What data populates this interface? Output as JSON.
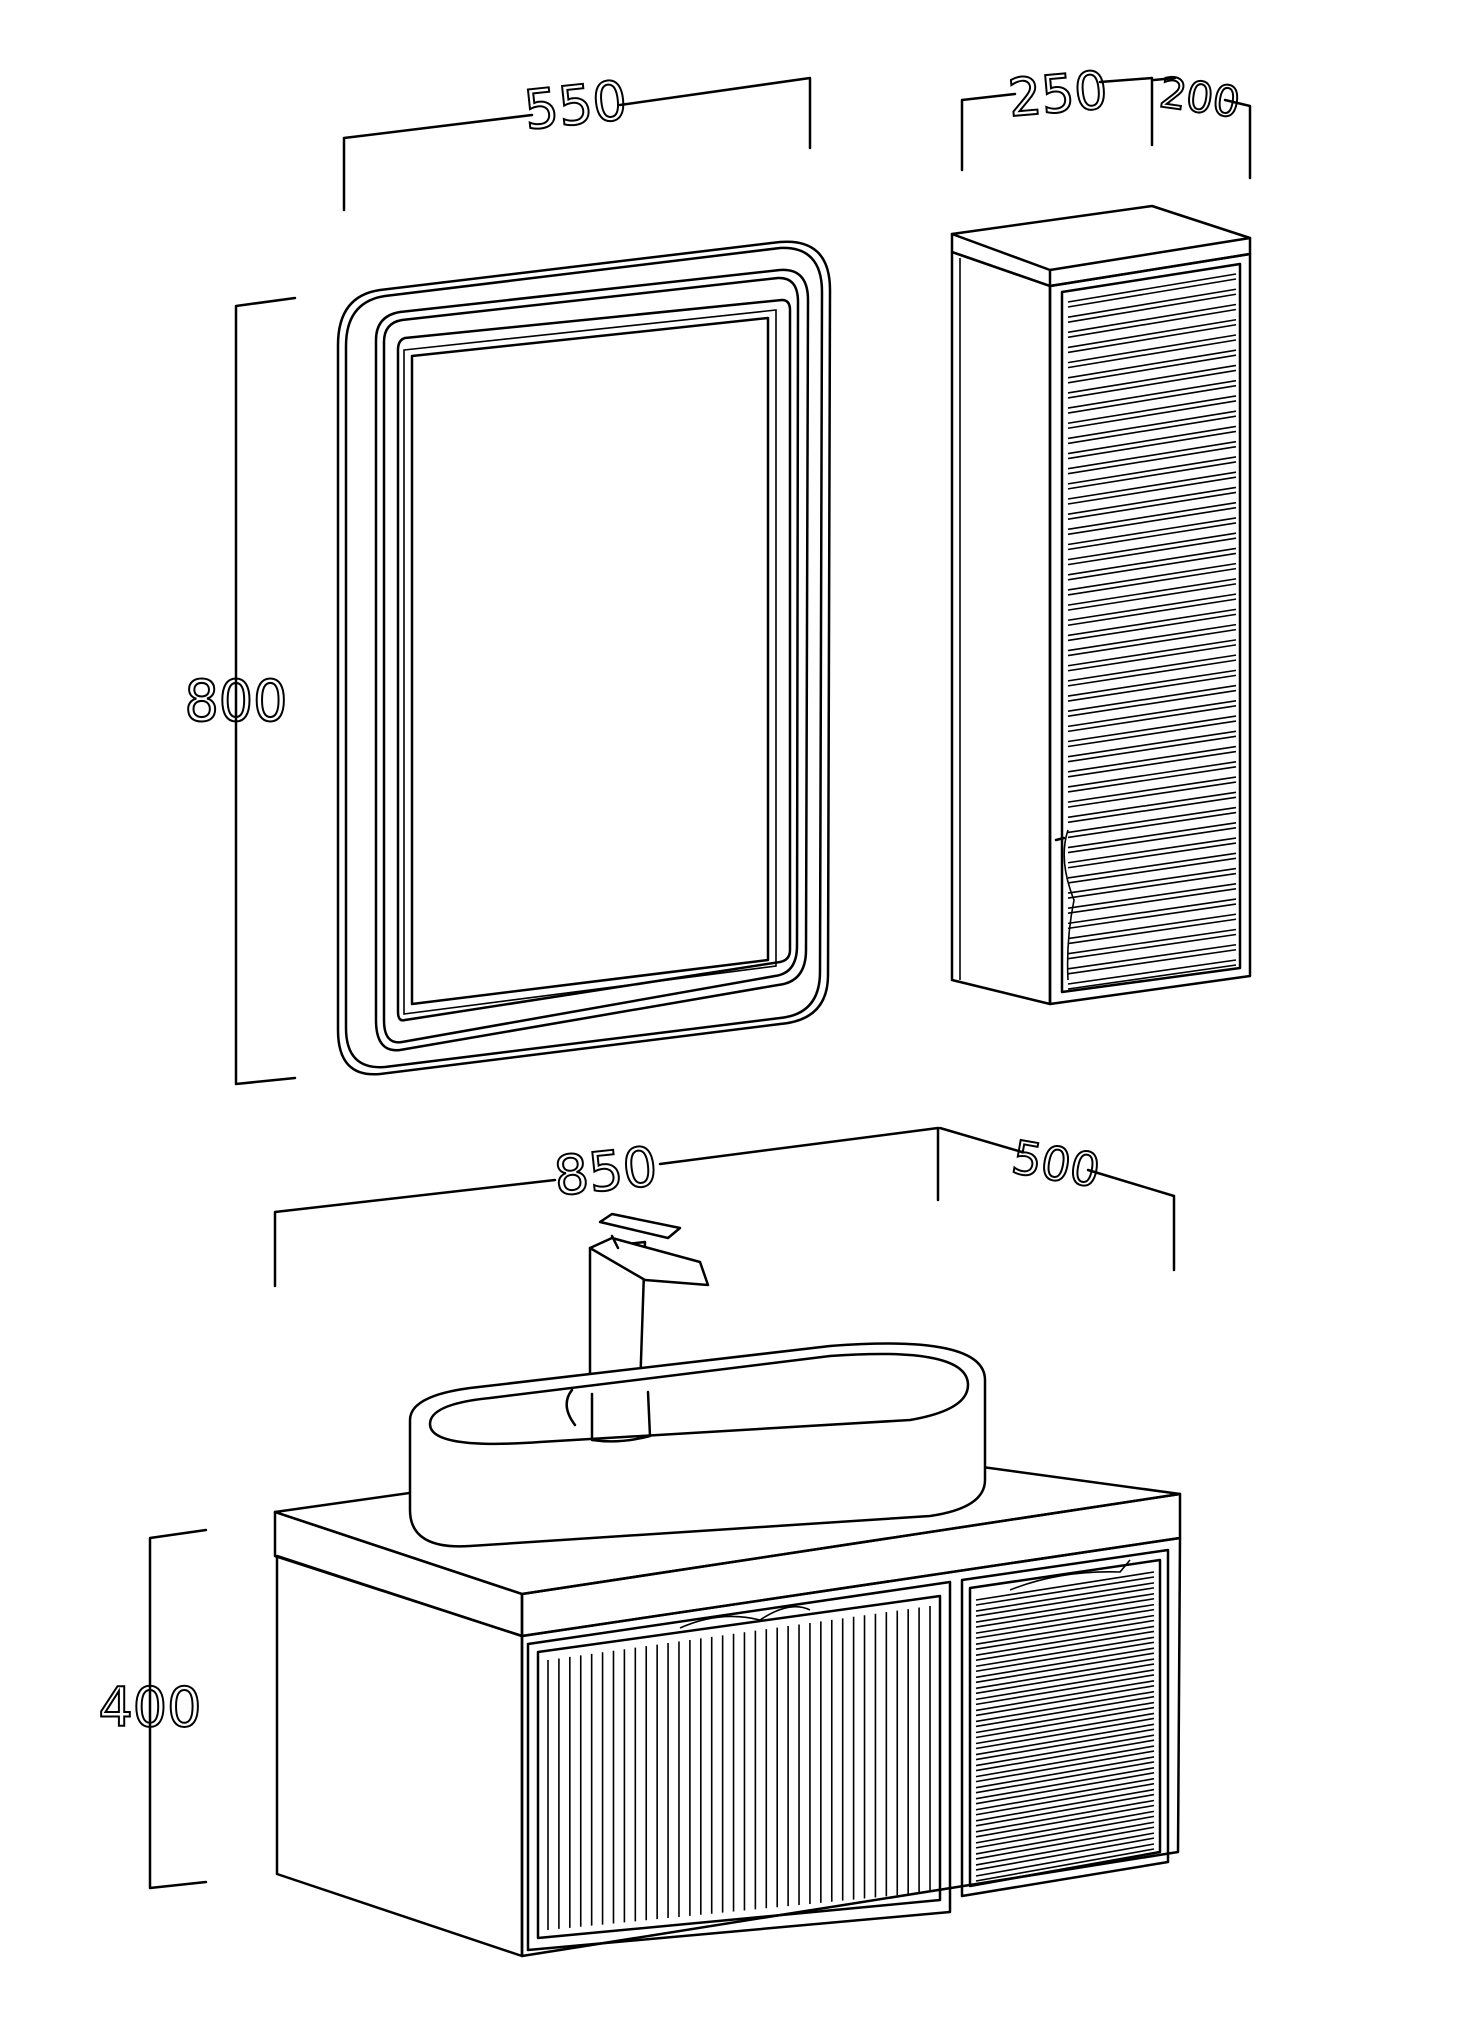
{
  "dimensions": {
    "mirror_width": "550",
    "mirror_height": "800",
    "side_cabinet_width": "250",
    "side_cabinet_depth": "200",
    "vanity_width": "850",
    "vanity_depth": "500",
    "vanity_height": "400"
  },
  "colors": {
    "line": "#000000",
    "background": "#ffffff"
  }
}
